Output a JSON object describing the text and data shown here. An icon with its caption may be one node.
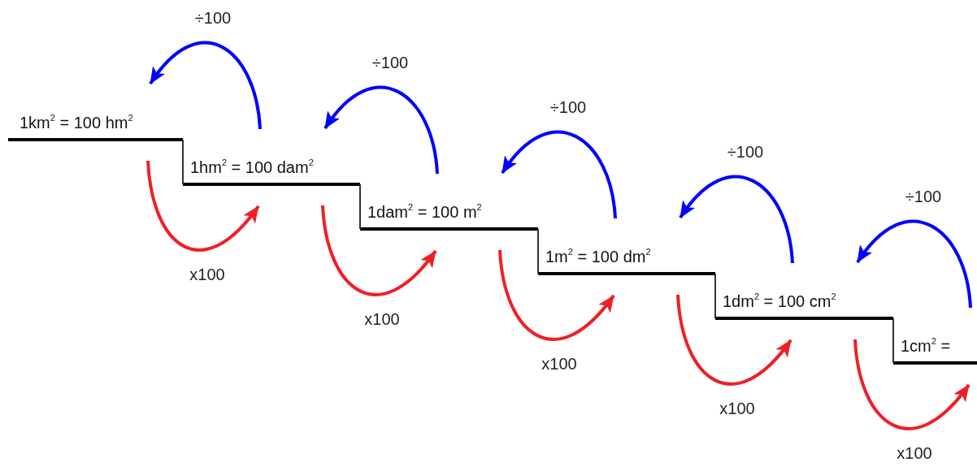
{
  "diagram": {
    "nodes": [
      {
        "text": [
          "1km$^{2}$ = 100 hm$^{2}$"
        ]
      },
      {
        "text": [
          "1hm$^{2}$ = 100 dam$^{2}$"
        ]
      },
      {
        "text": [
          "1dam$^{2}$ = 100 m$^{2}$"
        ]
      },
      {
        "text": [
          "1m$^{2}$ = 100 dm$^{2}$"
        ]
      },
      {
        "text": [
          "1dm$^{2}$ = 100 cm$^{2}$"
        ]
      },
      {
        "text": [
          "1cm$^{2}$ ="
        ]
      }
    ],
    "edges": [
      {
        "from": 1,
        "to": 0,
        "arrow": "to",
        "label": "÷100",
        "color": "#0000ff"
      },
      {
        "from": 0,
        "to": 1,
        "arrow": "to",
        "label": "x100",
        "color": "#ee2027"
      },
      {
        "from": 2,
        "to": 1,
        "arrow": "to",
        "label": "÷100",
        "color": "#0000ff"
      },
      {
        "from": 1,
        "to": 2,
        "arrow": "to",
        "label": "x100",
        "color": "#ee2027"
      },
      {
        "from": 3,
        "to": 2,
        "arrow": "to",
        "label": "÷100",
        "color": "#0000ff"
      },
      {
        "from": 2,
        "to": 3,
        "arrow": "to",
        "label": "x100",
        "color": "#ee2027"
      },
      {
        "from": 4,
        "to": 3,
        "arrow": "to",
        "label": "÷100",
        "color": "#0000ff"
      },
      {
        "from": 3,
        "to": 4,
        "arrow": "to",
        "label": "x100",
        "color": "#ee2027"
      },
      {
        "from": 5,
        "to": 4,
        "arrow": "to",
        "label": "÷100",
        "color": "#0000ff"
      },
      {
        "from": 4,
        "to": 5,
        "arrow": "to",
        "label": "x100",
        "color": "#ee2027"
      }
    ]
  }
}
